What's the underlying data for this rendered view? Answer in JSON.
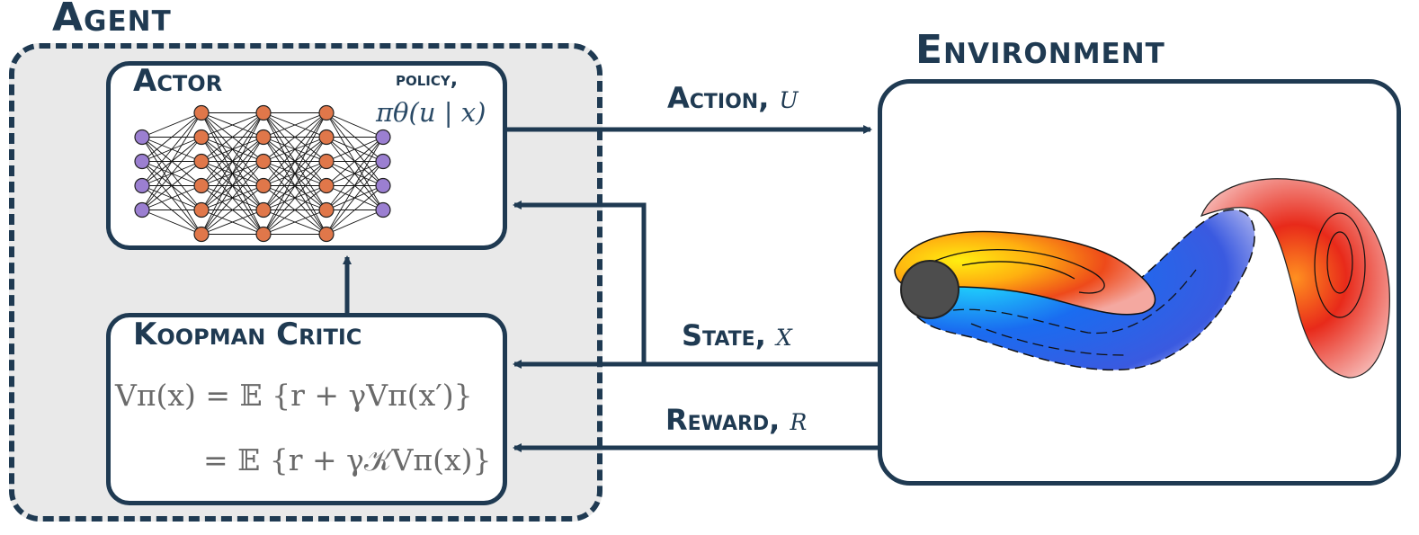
{
  "agent": {
    "title": "Agent"
  },
  "environment": {
    "title": "Environment"
  },
  "actor": {
    "title": "Actor",
    "policy_label": "policy,",
    "policy_formula": "πθ(u | x)",
    "network_layers": [
      4,
      6,
      6,
      6,
      4
    ]
  },
  "critic": {
    "title": "Koopman Critic",
    "equation_line1": "Vπ(x) = 𝔼 {r + γVπ(x′)}",
    "equation_line2": "= 𝔼 {r + γ𝒦Vπ(x)}"
  },
  "edges": {
    "action": {
      "label": "Action,",
      "var": "u"
    },
    "state": {
      "label": "State,",
      "var": "x"
    },
    "reward": {
      "label": "Reward,",
      "var": "r"
    }
  },
  "colors": {
    "navy": "#1f3a52",
    "input_node": "#9b7fd1",
    "hidden_node": "#e0774a",
    "agent_bg": "#e9e9e9"
  }
}
